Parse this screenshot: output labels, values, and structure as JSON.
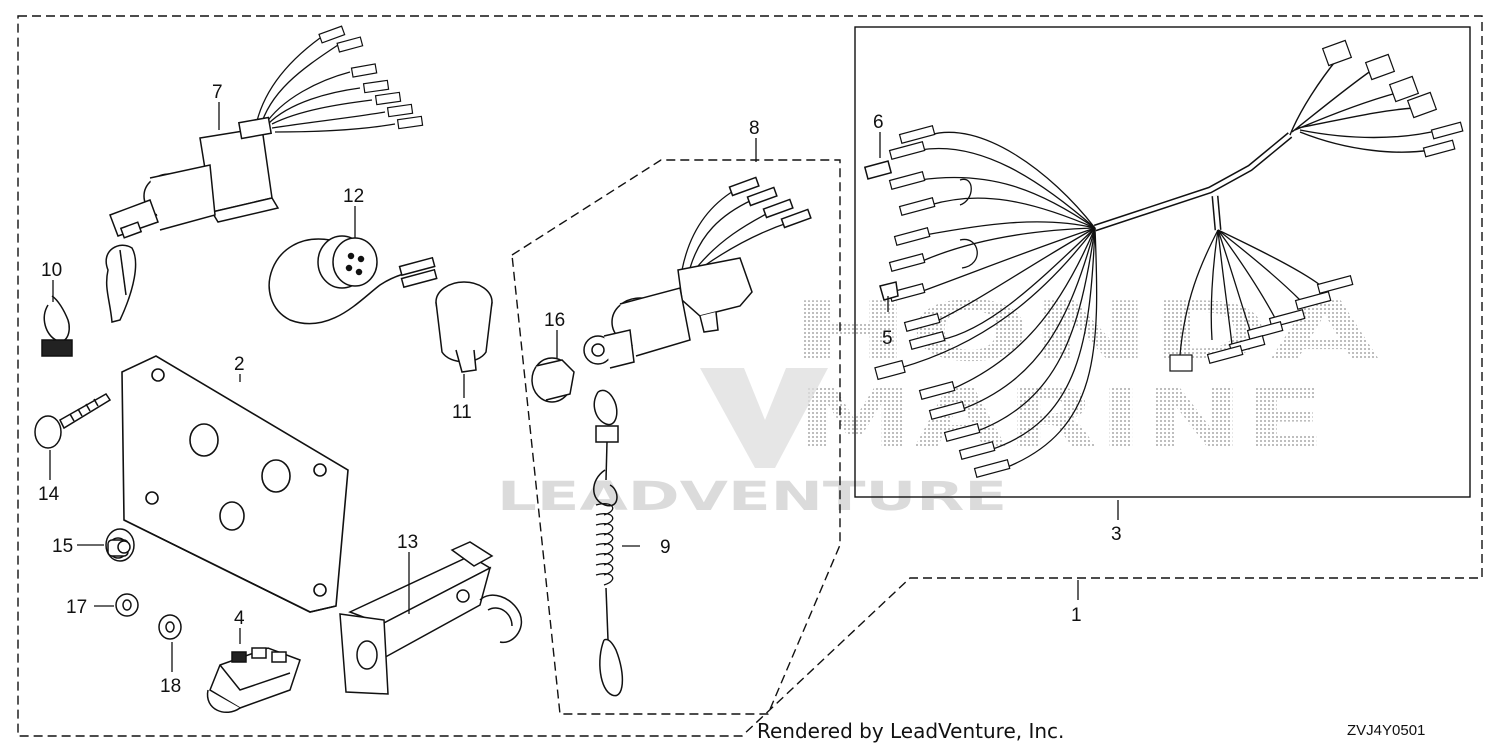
{
  "watermark": {
    "brand_top": "HONDA",
    "brand_bottom": "MARINE",
    "company": "LEADVENTURE"
  },
  "footer": {
    "credit": "Rendered by LeadVenture, Inc.",
    "diagram_code": "ZVJ4Y0501"
  },
  "callouts": [
    "1",
    "2",
    "3",
    "4",
    "5",
    "6",
    "7",
    "8",
    "9",
    "10",
    "11",
    "12",
    "13",
    "14",
    "15",
    "16",
    "17",
    "18"
  ],
  "icons": [
    "key-switch-icon",
    "control-plate-icon",
    "harness-icon",
    "connector-icon",
    "plug-icon",
    "buzzer-icon",
    "stop-switch-icon",
    "lanyard-icon",
    "clip-icon",
    "band-icon",
    "bracket-icon",
    "screw-icon",
    "grommet-icon",
    "washer-icon",
    "nut-icon"
  ]
}
